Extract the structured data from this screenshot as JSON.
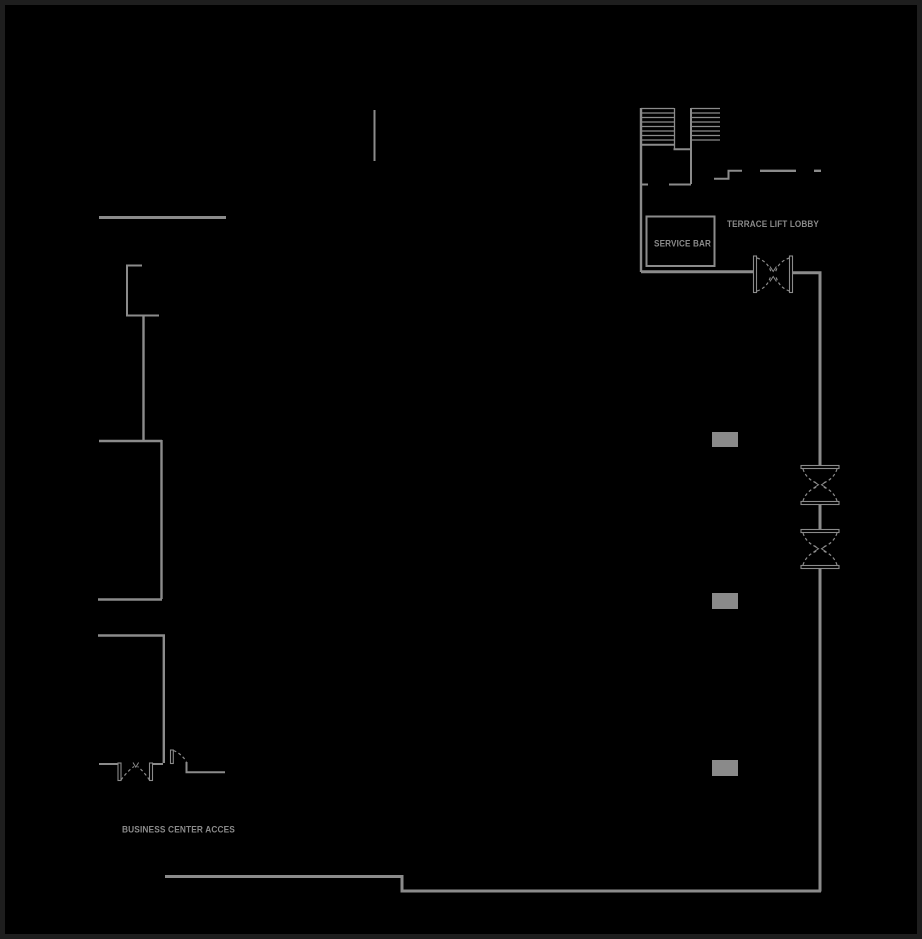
{
  "colors": {
    "background": "#000000",
    "frame": "#1e1e1e",
    "line": "#8b8b8b",
    "label": "#8a8a8a",
    "column": "#8a8a8a"
  },
  "labels": {
    "service_bar": "SERVICE BAR",
    "terrace_lift_lobby": "TERRACE LIFT LOBBY",
    "business_center_access": "BUSINESS CENTER ACCES"
  }
}
